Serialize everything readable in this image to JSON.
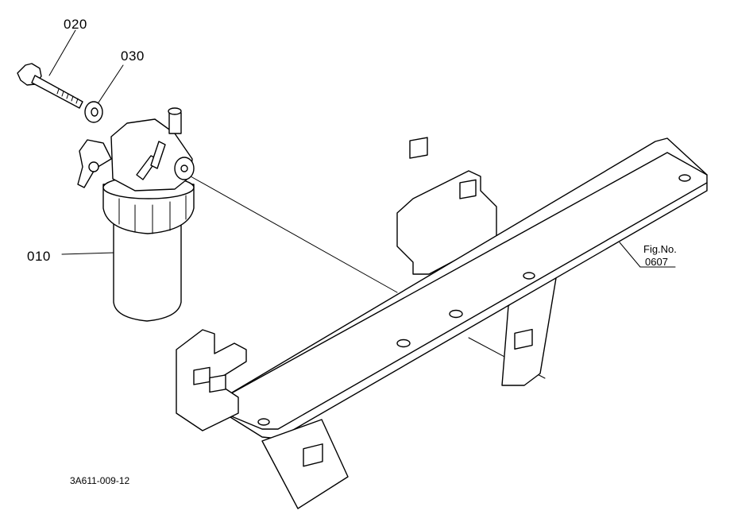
{
  "diagram": {
    "labels": {
      "part_010": "010",
      "part_020": "020",
      "part_030": "030",
      "fig_ref_title": "Fig.No.",
      "fig_ref_number": "0607",
      "drawing_code": "3A611-009-12"
    },
    "icons": {
      "bolt": "bolt-icon",
      "washer": "washer-icon",
      "fuel_filter": "fuel-filter-icon",
      "bracket": "bracket-icon"
    },
    "colors": {
      "line": "#000000",
      "background": "#ffffff"
    }
  }
}
